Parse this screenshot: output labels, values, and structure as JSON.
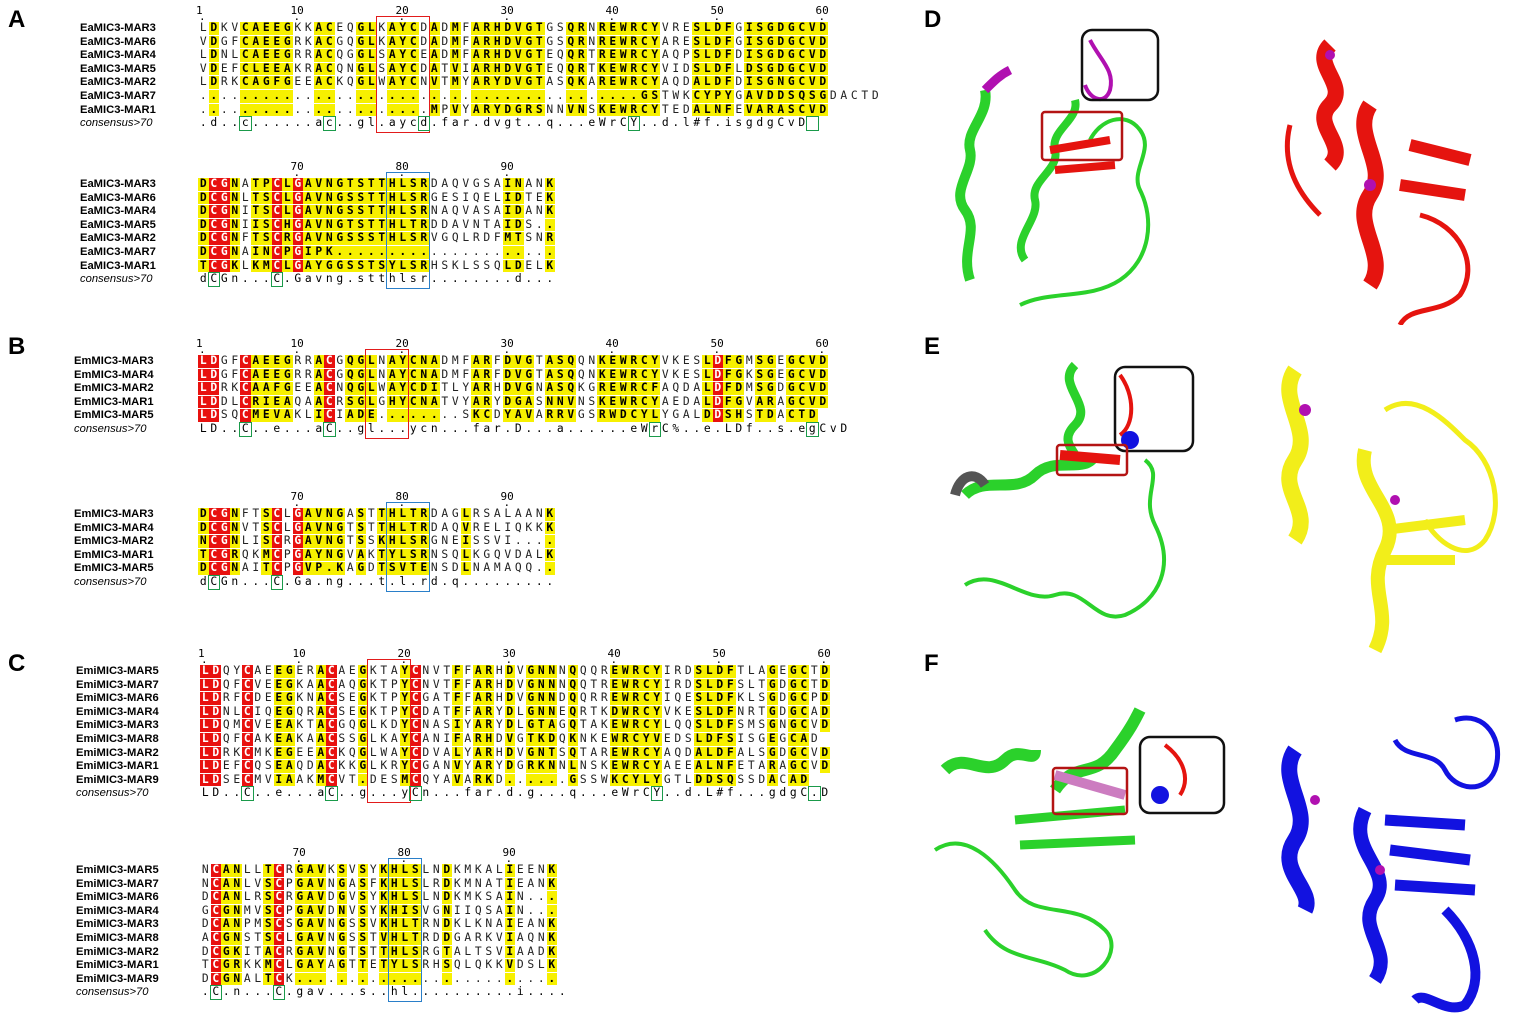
{
  "panels": {
    "A": {
      "label": "A",
      "ruler1": [
        "1",
        "10",
        "20",
        "30",
        "40",
        "50",
        "60"
      ],
      "ruler2": [
        "70",
        "80",
        "90"
      ],
      "rows1": [
        {
          "name": "EaMIC3-MAR3",
          "seq": "LDKVCAEEGKKACEQGLKAYCDADMFARHDVGTGSQRNREWRCYVRESLDFGISGDGCVD"
        },
        {
          "name": "EaMIC3-MAR6",
          "seq": "VDGFCAEEGRKACGQGLKAYCDADMFARHDVGTGSQRNREWRCYARESLDFGISGDGCVD"
        },
        {
          "name": "EaMIC3-MAR4",
          "seq": "LDNLCAEEGRRACQGGLSAYCEADMFARHDVGTEQQRTREWRCYAQPSLDFDISGDGCVD"
        },
        {
          "name": "EaMIC3-MAR5",
          "seq": "VDEFCLEEAKRACQNGLSAYCDATVIARHDVGTEQQRTKEWRCYVIDSLDFLDSGDGCVD"
        },
        {
          "name": "EaMIC3-MAR2",
          "seq": "LDRKCAGFGEEACKQGLWAYCNVTMYARYDVGTASQKAREWRCYAQDALDFDISGNGCVD"
        },
        {
          "name": "EaMIC3-MAR7",
          "seq": "..........................................GSTWKCYPYGAVDDSQSGDACTD"
        },
        {
          "name": "EaMIC3-MAR1",
          "seq": "......................MPVYARYDGRSNNVNSKEWRCYTEDALNFEVARASCVD"
        },
        {
          "name": "consensus>70",
          "seq": ".d..c......ac..gl.aycd.far.dvgt..q...eWrCY..d.l#f.isgdgCvD"
        }
      ],
      "rows2": [
        {
          "name": "EaMIC3-MAR3",
          "seq": "DCGNATPCLGAVNGTSTTHLSRDAQVGSAINANK"
        },
        {
          "name": "EaMIC3-MAR6",
          "seq": "DCGNLTSCLGAVNGSSTTHLSRGESIQELIDTEK"
        },
        {
          "name": "EaMIC3-MAR4",
          "seq": "DCGNITSCLGAVNGSSTTHLSRNAQVASAIDANK"
        },
        {
          "name": "EaMIC3-MAR5",
          "seq": "DCGNIISCHGAVNGTSTTHLTRDDAVNTAIDS.."
        },
        {
          "name": "EaMIC3-MAR2",
          "seq": "DCGNFTSCRGAVNGSSSTHLSRVGQLRDFMTSNR"
        },
        {
          "name": "EaMIC3-MAR7",
          "seq": "DCGNAINCPGIPK....................."
        },
        {
          "name": "EaMIC3-MAR1",
          "seq": "TCGKLKMCLGAYGGSSTSYLSRHSKLSSQLDELK"
        },
        {
          "name": "consensus>70",
          "seq": "dCGn...C.Gavng.stthlsr........d..."
        }
      ]
    },
    "B": {
      "label": "B",
      "ruler1": [
        "1",
        "10",
        "20",
        "30",
        "40",
        "50",
        "60"
      ],
      "ruler2": [
        "70",
        "80",
        "90"
      ],
      "rows1": [
        {
          "name": "EmMIC3-MAR3",
          "seq": "LDGFCAEEGRRACGQGLNAYCNADMFARFDVGTASQQNKEWRCYVKESLDFGMSGEGCVD"
        },
        {
          "name": "EmMIC3-MAR4",
          "seq": "LDGFCAEEGRRACGQGLNAYCNADMFARFDVGTASQQNKEWRCYVKESLDFGKSGEGCVD"
        },
        {
          "name": "EmMIC3-MAR2",
          "seq": "LDRKCAAFGEEACNQGLWAYCDITLYARHDVGNASQKGREWRCFAQDALDFDMSGDGCVD"
        },
        {
          "name": "EmMIC3-MAR1",
          "seq": "LDDLCRIEAQAACRSGLGHYCNATVYARYDGASNNVNSKEWRCYAEDALDFGVARAGCVD"
        },
        {
          "name": "EmMIC3-MAR5",
          "seq": "LDSQCMEVAKLICIADE........SKCDYAVARRVGSRWDCYLYGALDDSHSTDACTD"
        },
        {
          "name": "consensus>70",
          "seq": "LD..C..e...aC..gl...ycn...far.D...a......eWrC%..e.LDf..s.egCvD"
        }
      ],
      "rows2": [
        {
          "name": "EmMIC3-MAR3",
          "seq": "DCGNFTSCLGAVNGASTTHLTRDAGLRSALAANK"
        },
        {
          "name": "EmMIC3-MAR4",
          "seq": "DCGNVTSCLGAVNGTSTTHLTRDAQVRELIQKKK"
        },
        {
          "name": "EmMIC3-MAR2",
          "seq": "NCGNLISCRGAVNGTSSKHLSRGNEISSVI...."
        },
        {
          "name": "EmMIC3-MAR1",
          "seq": "TCGRQKMCPGAYNGVAKTYLSRNSQLKGQVDALK"
        },
        {
          "name": "EmMIC3-MAR5",
          "seq": "DCGNAITCPGVP.KAGDTSVTENSDLNAMAQQ.."
        },
        {
          "name": "consensus>70",
          "seq": "dCGn...C.Ga.ng...t.l.rd.q........."
        }
      ]
    },
    "C": {
      "label": "C",
      "ruler1": [
        "1",
        "10",
        "20",
        "30",
        "40",
        "50",
        "60"
      ],
      "ruler2": [
        "70",
        "80",
        "90"
      ],
      "rows1": [
        {
          "name": "EmiMIC3-MAR5",
          "seq": "LDQYCAEEGERACAEGKTAYCNVTFFARHDVGNNNQQQREWRCYIRDSLDFTLAGEGCTD"
        },
        {
          "name": "EmiMIC3-MAR7",
          "seq": "LDQFCVEEGKAACAQGKTPYCNVTFFARHDVGNNNQQTREWRCYIRDSLDFSLTGDGCTD"
        },
        {
          "name": "EmiMIC3-MAR6",
          "seq": "LDRFCDEEGKNACSEGKTPYCGATFFARHDVGNNDQQRREWRCYIQESLDFKLSGDGCPD"
        },
        {
          "name": "EmiMIC3-MAR4",
          "seq": "LDNLCIQEGQRACSEGKTPYCDATFFARYDLGNNEQRTKDWRCYVKESLDFNRTGDGCAD"
        },
        {
          "name": "EmiMIC3-MAR3",
          "seq": "LDQMCVEEAKTACGQGLKDYCNASIYARYDLGTAGQTAKEWRCYLQQSLDFSMSGNGCVD"
        },
        {
          "name": "EmiMIC3-MAR8",
          "seq": "LDQFCAKEAKAACSSGLKAYCANIFARHDVGTKDQKNKEWRCYVEDSLDFSISGEGCAD"
        },
        {
          "name": "EmiMIC3-MAR2",
          "seq": "LDRKCMKEGEEACKQGLWAYCDVALYARHDVGNTSQTAREWRCYAQDALDFALSGDGCVD"
        },
        {
          "name": "EmiMIC3-MAR1",
          "seq": "LDEFCQSEAQDACKKGLKRYCGANVYARYDGRKNNLNSKEWRCYAEEALNFETARAGCVD"
        },
        {
          "name": "EmiMIC3-MAR9",
          "seq": "LDSECMVIAAKMCVT.DESMCQYAVARKD......GSSWKCYLYGTLDDSQSSDACAD"
        },
        {
          "name": "consensus>70",
          "seq": "LD..C..e...aC..g...yCn...far.d.g...q...eWrCY..d.L#f...gdgC.D"
        }
      ],
      "rows2": [
        {
          "name": "EmiMIC3-MAR5",
          "seq": "NCANLLTCRGAVKSVSYKHLSLNDKMKALIEENK"
        },
        {
          "name": "EmiMIC3-MAR7",
          "seq": "NCANLVSCPGAVNGASFKHLSLRDKMNATIEANK"
        },
        {
          "name": "EmiMIC3-MAR6",
          "seq": "DCANLRSCRGAVDGVSYKHLSLNDKMKSAIN..."
        },
        {
          "name": "EmiMIC3-MAR4",
          "seq": "GCGNMVSCPGAVDNVSYKHISVGNIIQSAIN..."
        },
        {
          "name": "EmiMIC3-MAR3",
          "seq": "DCANPMSCSGAVNGSSVKHLTRNDKLKNAIEANK"
        },
        {
          "name": "EmiMIC3-MAR8",
          "seq": "ACGNSTSCLGAVNGSSTVHLTRDDGARKVIAQNK"
        },
        {
          "name": "EmiMIC3-MAR2",
          "seq": "DCGKITACRGAVNGTSTTHLSRGTALTSVIAADK"
        },
        {
          "name": "EmiMIC3-MAR1",
          "seq": "TCGRKKMCLGAYAGTTETYLSRHSQLQKKVDSLK"
        },
        {
          "name": "EmiMIC3-MAR9",
          "seq": "DCGNALTCK........................."
        },
        {
          "name": "consensus>70",
          "seq": ".C.n...C.gav...s..hl..........i...."
        }
      ]
    }
  },
  "structure_labels": {
    "D": "D",
    "E": "E",
    "F": "F"
  },
  "colors": {
    "conserved_red": "#e8110f",
    "similar_yellow": "#f7f000",
    "box_red": "#e21b1b",
    "box_blue": "#2a7fc9",
    "box_green": "#1a9a4a",
    "ribbon_green": "#2bd12b",
    "ribbon_red": "#e5140f",
    "ribbon_yellow": "#f2ee1a",
    "ribbon_blue": "#1212e0",
    "accent_magenta": "#b010b0"
  }
}
